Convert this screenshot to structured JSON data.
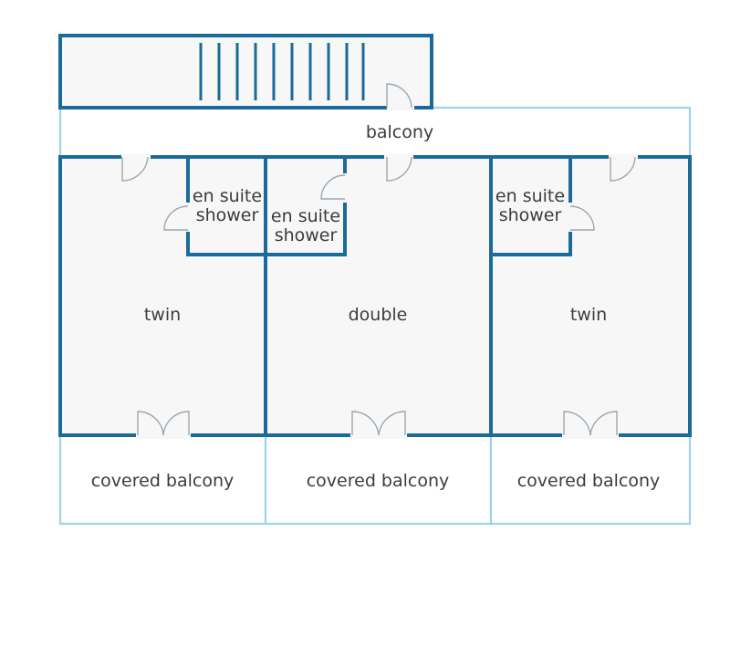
{
  "labels": {
    "balcony": "balcony",
    "twin_left": "twin",
    "double": "double",
    "twin_right": "twin",
    "ensuite_left_1": "en suite",
    "ensuite_left_2": "shower",
    "ensuite_mid_1": "en suite",
    "ensuite_mid_2": "shower",
    "ensuite_right_1": "en suite",
    "ensuite_right_2": "shower",
    "covered_left": "covered balcony",
    "covered_mid": "covered balcony",
    "covered_right": "covered balcony"
  },
  "colors": {
    "wall": "#1a6a9a",
    "balcony_outline": "#9fd3e8",
    "room_fill": "#f7f7f7"
  }
}
